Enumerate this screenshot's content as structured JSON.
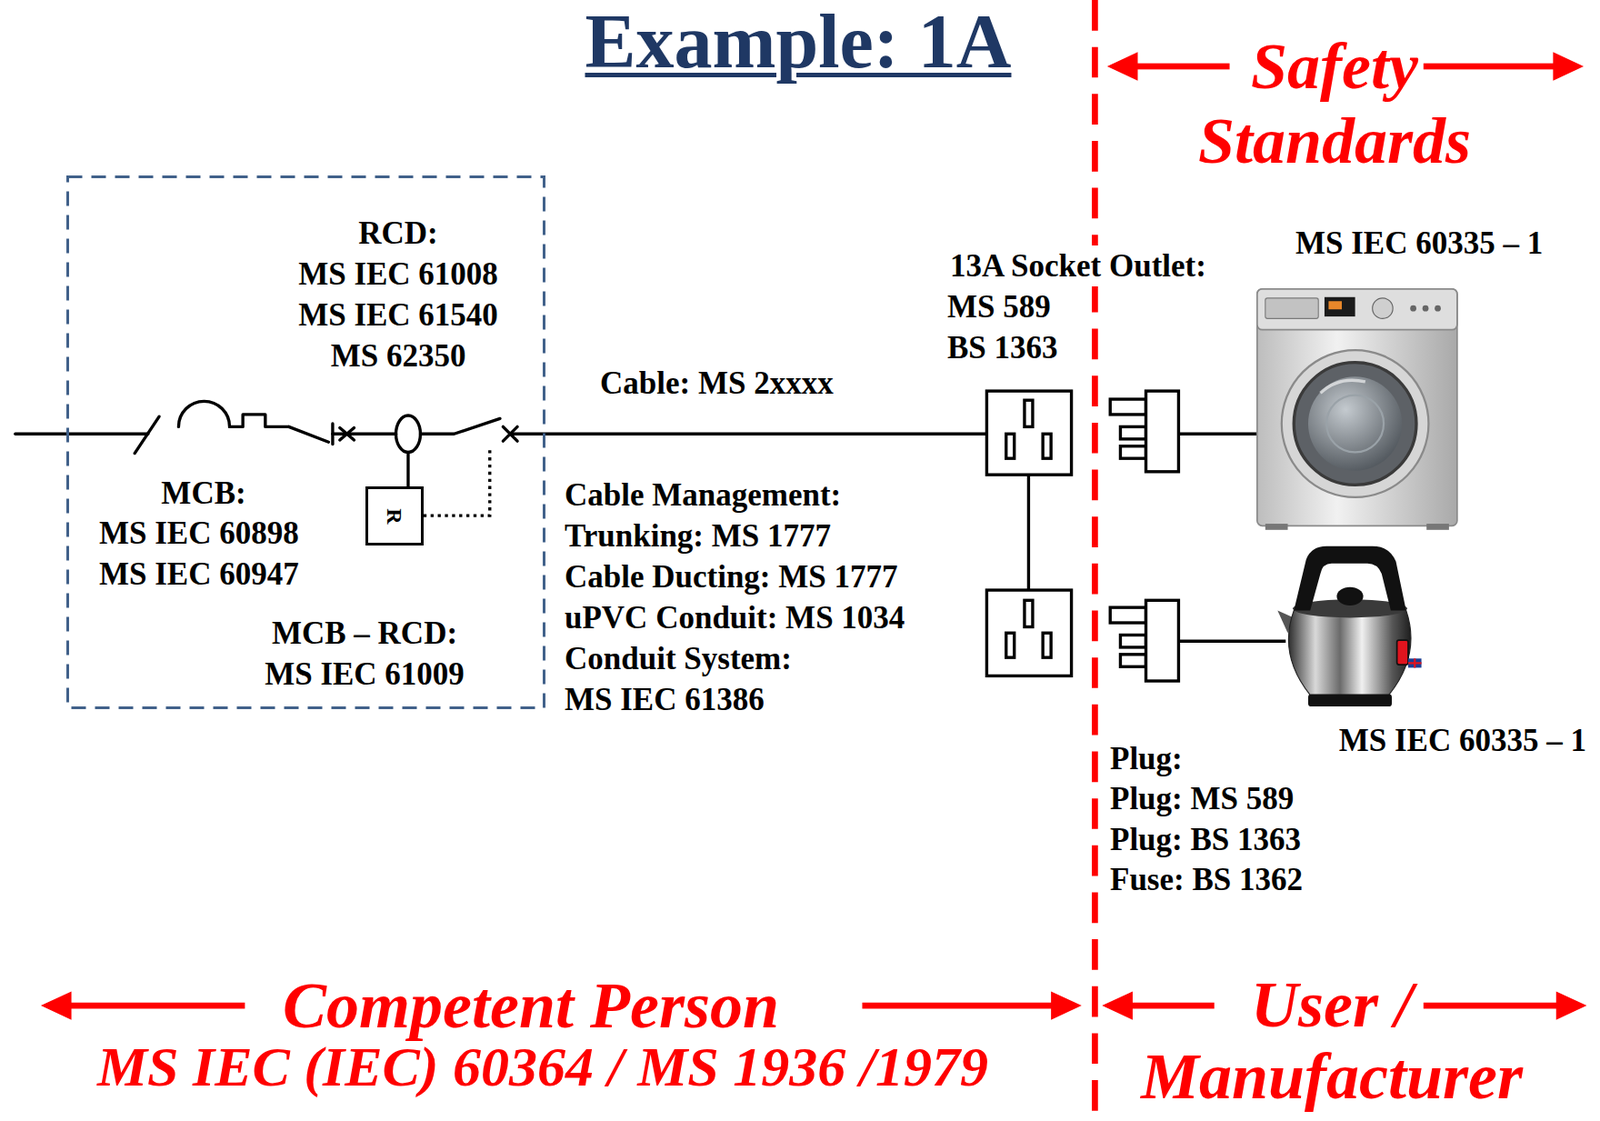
{
  "diagram": {
    "title": "Example: 1A",
    "nodes": [
      {
        "text": [
          "RCD:",
          "MS IEC 61008 MS IEC 61540 MS 62350",
          "MCB:",
          "MS IEC 60898 MS IEC 60947",
          "MCB – RCD:",
          "MS IEC 61009"
        ]
      },
      {
        "text": [
          "R"
        ],
        "in": 0
      }
    ],
    "labels": [
      "Safety Standards",
      "13A Socket Outlet:",
      "MS 589 BS 1363",
      "MS IEC 60335 – 1",
      "Cable: MS 2xxxx",
      "Cable Management:",
      "Trunking: MS 1777",
      "Cable Ducting: MS 1777",
      "uPVC Conduit: MS 1034",
      "Conduit System: MS IEC 61386",
      "MS IEC 60335 – 1",
      "Plug:",
      "Plug: MS 589",
      "Plug: BS 1363",
      "Fuse: BS 1362",
      "Competent Person",
      "MS IEC (IEC) 60364 / MS 1936 /1979",
      "User / Manufacturer"
    ]
  }
}
